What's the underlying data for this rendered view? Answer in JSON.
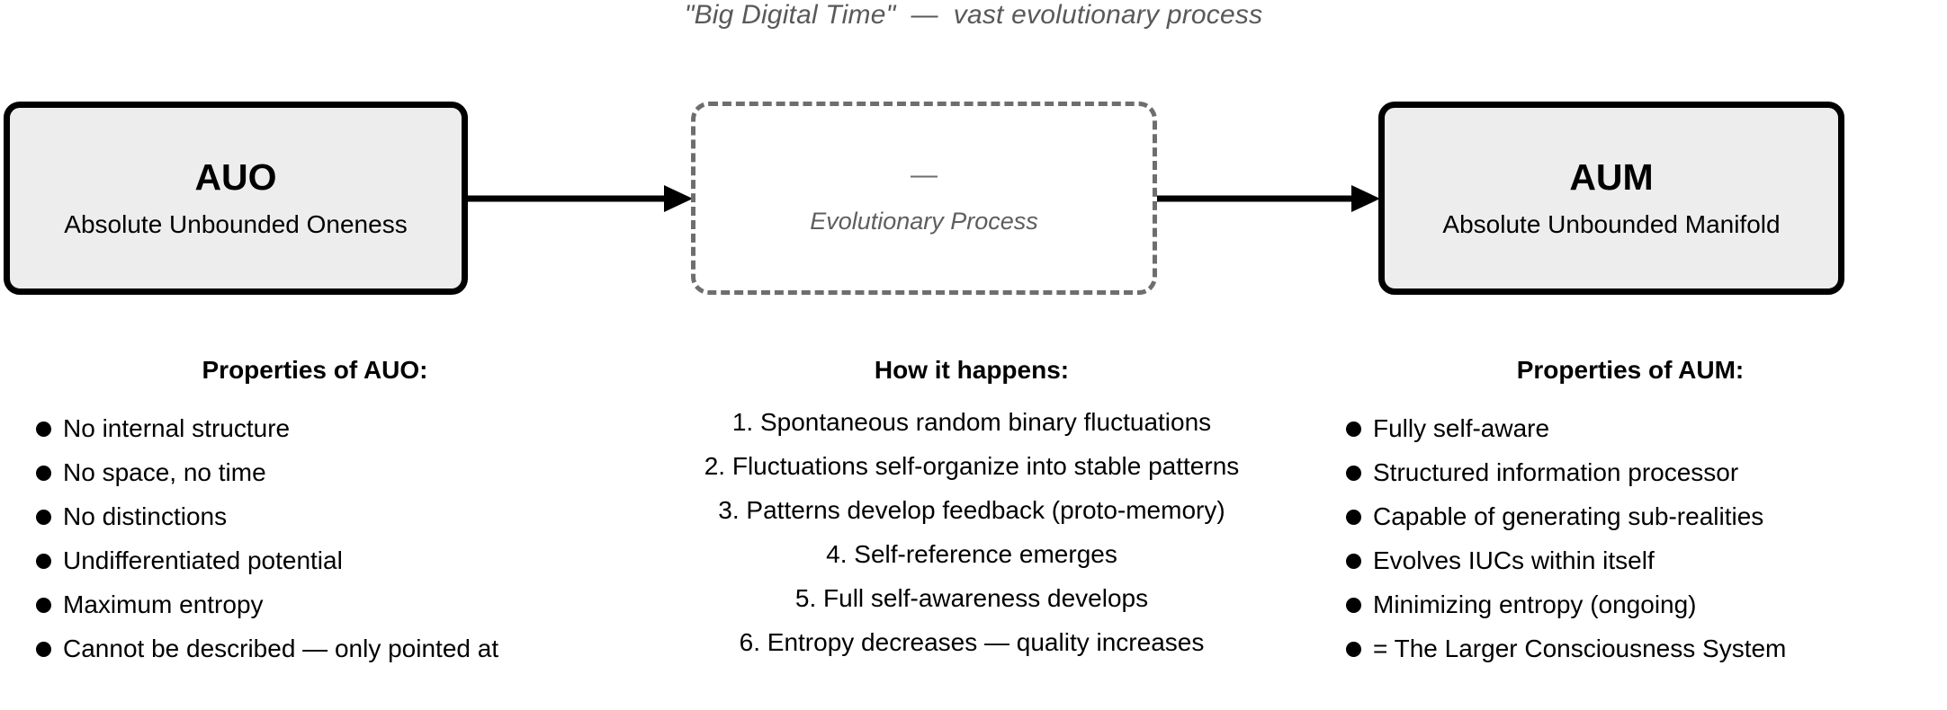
{
  "title": "\"Big Digital Time\"  —  vast evolutionary process",
  "flow": {
    "start_node": {
      "title": "AUO",
      "subtitle": "Absolute Unbounded Oneness"
    },
    "middle_node": {
      "dash": "—",
      "label": "Evolutionary Process"
    },
    "end_node": {
      "title": "AUM",
      "subtitle": "Absolute Unbounded Manifold"
    },
    "arrow_1_name": "arrow-auo-to-process",
    "arrow_2_name": "arrow-process-to-aum"
  },
  "columns": {
    "left": {
      "heading": "Properties of AUO:",
      "items": [
        "No internal structure",
        "No space, no time",
        "No distinctions",
        "Undifferentiated potential",
        "Maximum entropy",
        "Cannot be described — only pointed at"
      ]
    },
    "middle": {
      "heading": "How it happens:",
      "items": [
        "1. Spontaneous random binary fluctuations",
        "2. Fluctuations self-organize into stable patterns",
        "3. Patterns develop feedback (proto-memory)",
        "4. Self-reference emerges",
        "5. Full self-awareness develops",
        "6. Entropy decreases — quality increases"
      ]
    },
    "right": {
      "heading": "Properties of AUM:",
      "items": [
        "Fully self-aware",
        "Structured information processor",
        "Capable of generating sub-realities",
        "Evolves IUCs within itself",
        "Minimizing entropy (ongoing)",
        "= The Larger Consciousness System"
      ]
    }
  },
  "colors": {
    "node_fill": "#ededed",
    "node_border": "#000000",
    "dashed_border": "#6e6e6e",
    "title_text": "#595959",
    "process_label": "#5e5e5e",
    "background": "#ffffff"
  }
}
